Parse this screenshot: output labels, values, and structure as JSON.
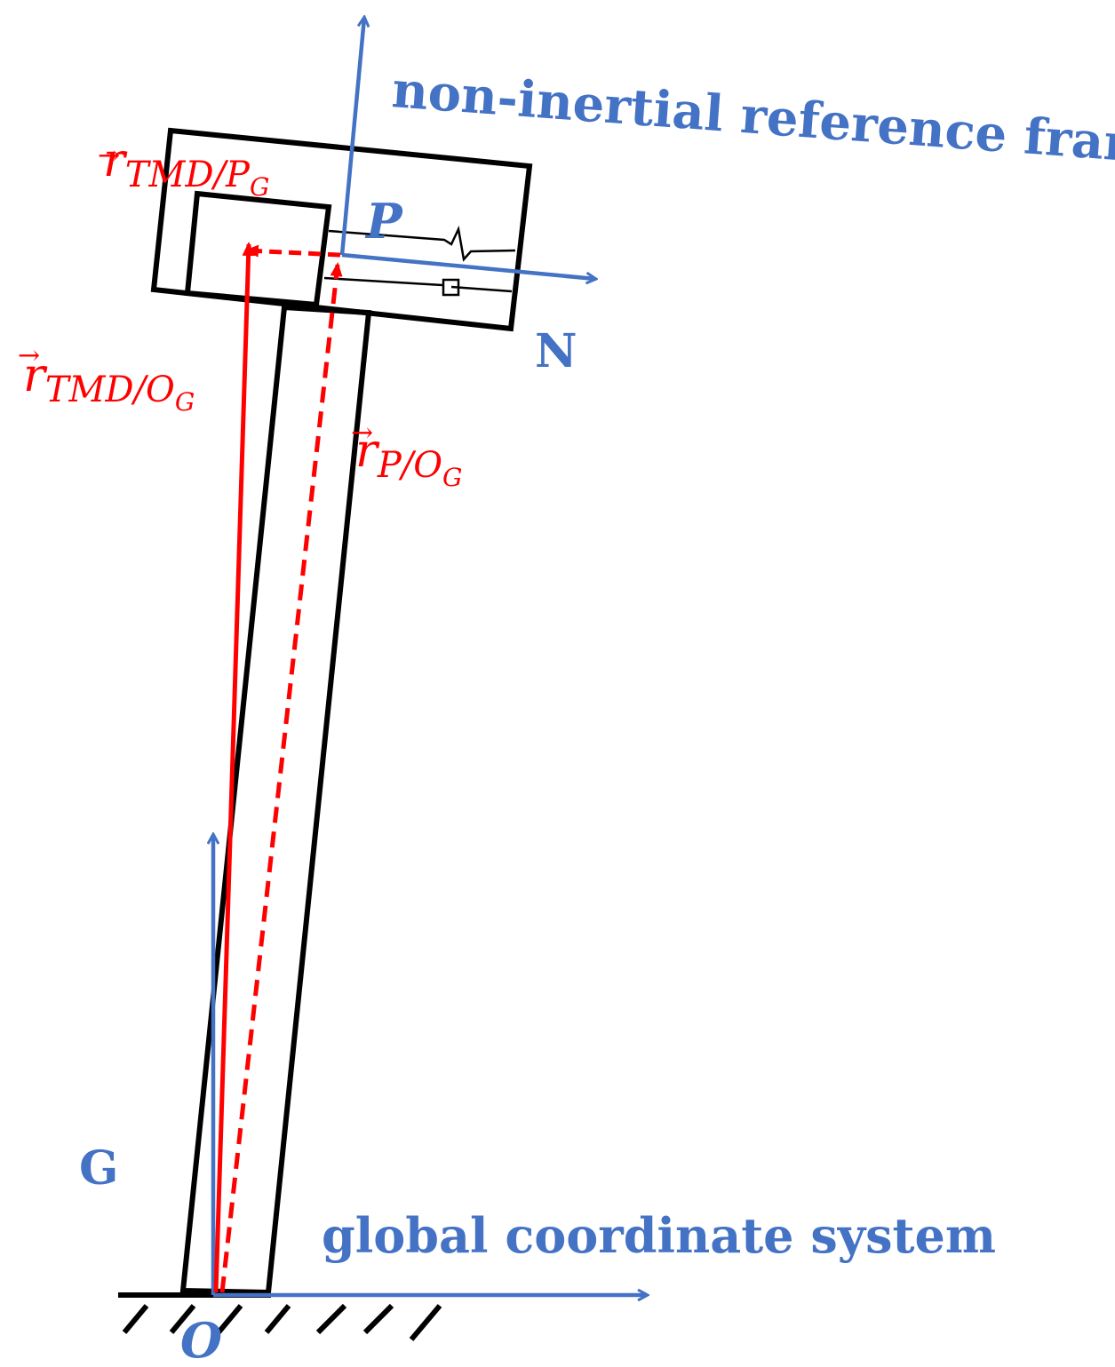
{
  "colors": {
    "structure": "#000000",
    "frame_axes": "#4472C4",
    "position_vectors": "#FF0000",
    "background": "#FFFFFF"
  },
  "labels": {
    "non_inertial_frame": "non-inertial reference frame",
    "global_system": "global coordinate system",
    "point_p": "P",
    "frame_n": "N",
    "frame_g": "G",
    "origin_o": "O"
  },
  "vectors": {
    "r_tmd_pg": {
      "base": "r",
      "subscript": "TMD/P",
      "sub_subscript": "G"
    },
    "r_tmd_og": {
      "base": "r",
      "subscript": "TMD/O",
      "sub_subscript": "G"
    },
    "r_p_og": {
      "base": "r",
      "subscript": "P/O",
      "sub_subscript": "G"
    }
  }
}
